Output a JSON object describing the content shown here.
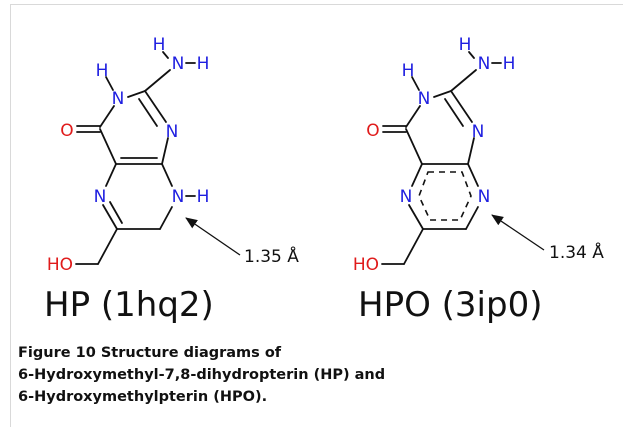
{
  "colors": {
    "nitrogen": "#1f1fe0",
    "oxygen": "#e01b1b",
    "bond": "#111111",
    "border": "#d9d9d9"
  },
  "molecules": [
    {
      "name": "HP (1hq2)",
      "atoms": {
        "O": "O",
        "N": "N",
        "H": "H",
        "HO": "HO"
      },
      "annotation": "1.35 Å"
    },
    {
      "name": "HPO (3ip0)",
      "atoms": {
        "O": "O",
        "N": "N",
        "H": "H",
        "HO": "HO"
      },
      "annotation": "1.34 Å"
    }
  ],
  "caption": {
    "label": "Figure 10",
    "line1": "Structure diagrams of",
    "line2": "6-Hydroxymethyl-7,8-dihydropterin (HP) and",
    "line3": "6-Hydroxymethylpterin (HPO)."
  }
}
